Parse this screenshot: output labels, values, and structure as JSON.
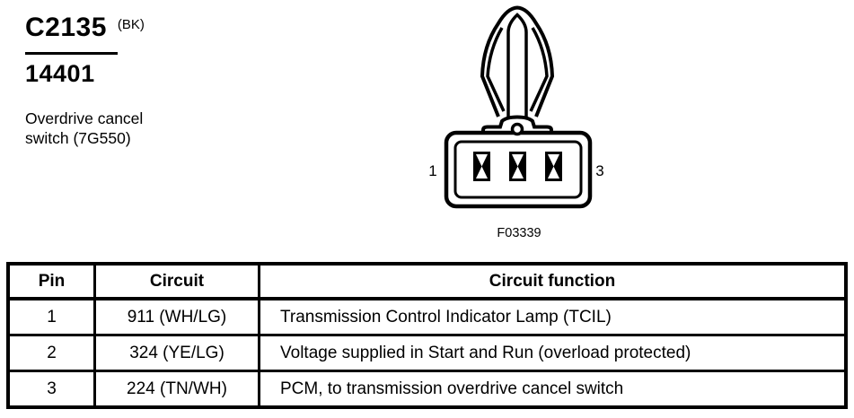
{
  "header": {
    "connector_id": "C2135",
    "connector_color_code": "(BK)",
    "part_number": "14401",
    "description_line1": "Overdrive cancel",
    "description_line2": "switch (7G550)"
  },
  "figure": {
    "left_pin_label": "1",
    "right_pin_label": "3",
    "caption": "F03339"
  },
  "pinout_table": {
    "headers": {
      "pin": "Pin",
      "circuit": "Circuit",
      "function": "Circuit function"
    },
    "rows": [
      {
        "pin": "1",
        "circuit": "911 (WH/LG)",
        "function": "Transmission Control Indicator Lamp (TCIL)"
      },
      {
        "pin": "2",
        "circuit": "324 (YE/LG)",
        "function": "Voltage supplied in Start and Run (overload protected)"
      },
      {
        "pin": "3",
        "circuit": "224 (TN/WH)",
        "function": "PCM, to transmission overdrive cancel switch"
      }
    ]
  },
  "colors": {
    "ink": "#000000",
    "paper": "#ffffff"
  }
}
